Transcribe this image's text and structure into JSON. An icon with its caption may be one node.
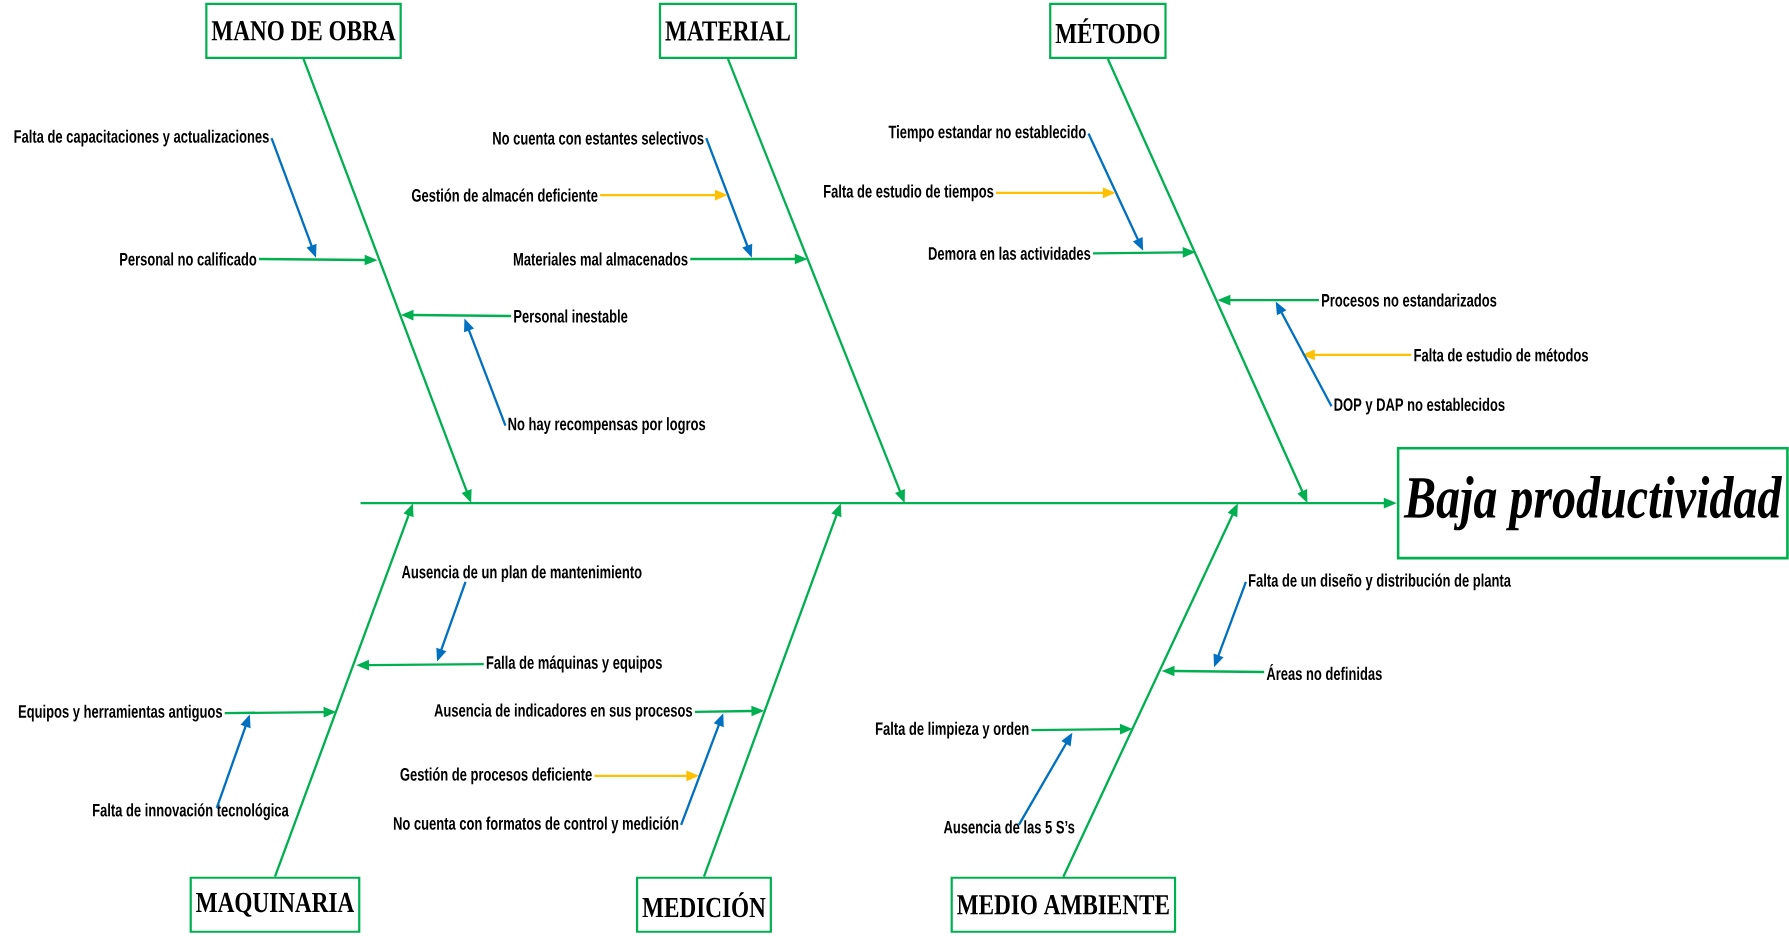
{
  "diagram": {
    "nodes": [
      {
        "text": [
          "MANO DE OBRA"
        ]
      },
      {
        "text": [
          "MATERIAL"
        ]
      },
      {
        "text": [
          "MÉTODO"
        ]
      },
      {
        "text": [
          "Baja productividad"
        ]
      },
      {
        "text": [
          "MAQUINARIA"
        ]
      },
      {
        "text": [
          "MEDICIÓN"
        ]
      },
      {
        "text": [
          "MEDIO AMBIENTE"
        ]
      },
      {
        "text": [
          "Falta de capacitaciones y actualizaciones"
        ]
      },
      {
        "text": [
          "Personal no calificado"
        ]
      },
      {
        "text": [
          "Personal inestable"
        ]
      },
      {
        "text": [
          "No hay recompensas por logros"
        ]
      },
      {
        "text": [
          "No cuenta con estantes selectivos"
        ]
      },
      {
        "text": [
          "Gestión de almacén deficiente"
        ]
      },
      {
        "text": [
          "Materiales mal almacenados"
        ]
      },
      {
        "text": [
          "Tiempo estandar no establecido"
        ]
      },
      {
        "text": [
          "Falta de estudio de tiempos"
        ]
      },
      {
        "text": [
          "Demora en las actividades"
        ]
      },
      {
        "text": [
          "Procesos no estandarizados"
        ]
      },
      {
        "text": [
          "Falta de estudio de métodos"
        ]
      },
      {
        "text": [
          "DOP y DAP no establecidos"
        ]
      },
      {
        "text": [
          "Ausencia de un plan de mantenimiento"
        ]
      },
      {
        "text": [
          "Falla de máquinas y equipos"
        ]
      },
      {
        "text": [
          "Equipos y herramientas antiguos"
        ]
      },
      {
        "text": [
          "Falta de innovación tecnológica"
        ]
      },
      {
        "text": [
          "Ausencia de indicadores en sus procesos"
        ]
      },
      {
        "text": [
          "Gestión de procesos deficiente"
        ]
      },
      {
        "text": [
          "No cuenta con formatos de control y medición"
        ]
      },
      {
        "text": [
          "Falta de un diseño y distribución de planta"
        ]
      },
      {
        "text": [
          "Áreas no definidas"
        ]
      },
      {
        "text": [
          "Falta de limpieza y orden"
        ]
      },
      {
        "text": [
          "Ausencia de las 5 S’s"
        ]
      }
    ],
    "edges": [
      {
        "from": null,
        "to": 3,
        "arrow": "to"
      },
      {
        "from": 0,
        "to": null,
        "arrow": "to"
      },
      {
        "from": 1,
        "to": null,
        "arrow": "to"
      },
      {
        "from": 2,
        "to": null,
        "arrow": "to"
      },
      {
        "from": 4,
        "to": null,
        "arrow": "to"
      },
      {
        "from": 5,
        "to": null,
        "arrow": "to"
      },
      {
        "from": 6,
        "to": null,
        "arrow": "to"
      },
      {
        "from": 7,
        "to": null,
        "arrow": "to",
        "color": "#0070c0"
      },
      {
        "from": 8,
        "to": null,
        "arrow": "to"
      },
      {
        "from": 9,
        "to": null,
        "arrow": "to"
      },
      {
        "from": 10,
        "to": null,
        "arrow": "to",
        "color": "#0070c0"
      },
      {
        "from": 11,
        "to": null,
        "arrow": "to",
        "color": "#0070c0"
      },
      {
        "from": 12,
        "to": null,
        "arrow": "to",
        "color": "#ffc000"
      },
      {
        "from": 13,
        "to": null,
        "arrow": "to"
      },
      {
        "from": 14,
        "to": null,
        "arrow": "to",
        "color": "#0070c0"
      },
      {
        "from": 15,
        "to": null,
        "arrow": "to",
        "color": "#ffc000"
      },
      {
        "from": 16,
        "to": null,
        "arrow": "to"
      },
      {
        "from": 17,
        "to": null,
        "arrow": "to"
      },
      {
        "from": 18,
        "to": null,
        "arrow": "to",
        "color": "#ffc000"
      },
      {
        "from": 19,
        "to": 17,
        "arrow": "to",
        "color": "#0070c0"
      },
      {
        "from": 20,
        "to": null,
        "arrow": "to",
        "color": "#0070c0"
      },
      {
        "from": 21,
        "to": null,
        "arrow": "to"
      },
      {
        "from": 22,
        "to": null,
        "arrow": "to"
      },
      {
        "from": 23,
        "to": 22,
        "arrow": "to",
        "color": "#0070c0"
      },
      {
        "from": 24,
        "to": null,
        "arrow": "to"
      },
      {
        "from": 25,
        "to": 26,
        "arrow": "to",
        "color": "#ffc000"
      },
      {
        "from": 26,
        "to": 24,
        "arrow": "to",
        "color": "#0070c0"
      },
      {
        "from": 27,
        "to": null,
        "arrow": "to",
        "color": "#0070c0"
      },
      {
        "from": 28,
        "to": null,
        "arrow": "to"
      },
      {
        "from": 29,
        "to": null,
        "arrow": "to"
      },
      {
        "from": 30,
        "to": 29,
        "arrow": "to",
        "color": "#0070c0"
      }
    ]
  }
}
